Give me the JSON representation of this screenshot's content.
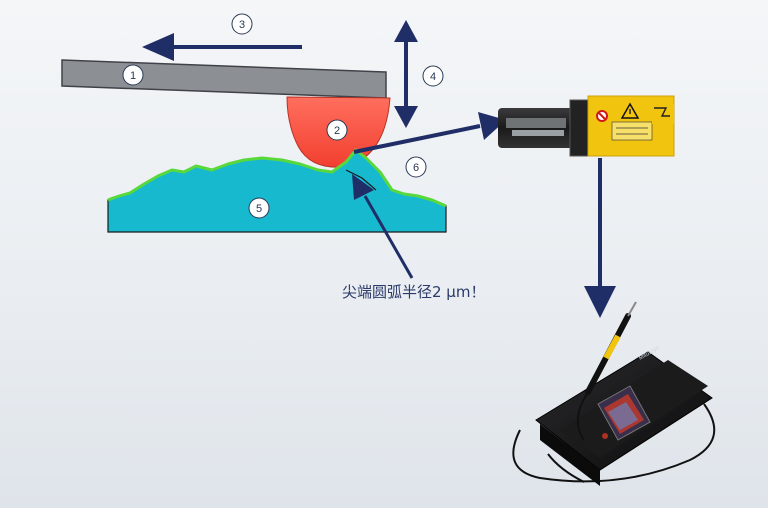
{
  "labels": {
    "n1": "1",
    "n2": "2",
    "n3": "3",
    "n4": "4",
    "n5": "5",
    "n6": "6"
  },
  "caption": "尖端圆弧半径2 µm！",
  "colors": {
    "arm": "#8c8f94",
    "stylus": "#ff5a4a",
    "surface": "#17b9cf",
    "contamination": "#59d83c",
    "arrow": "#1f2e66",
    "probe_label": "#f1c40f"
  },
  "icons": [
    "warning-triangle-icon",
    "no-entry-icon"
  ]
}
